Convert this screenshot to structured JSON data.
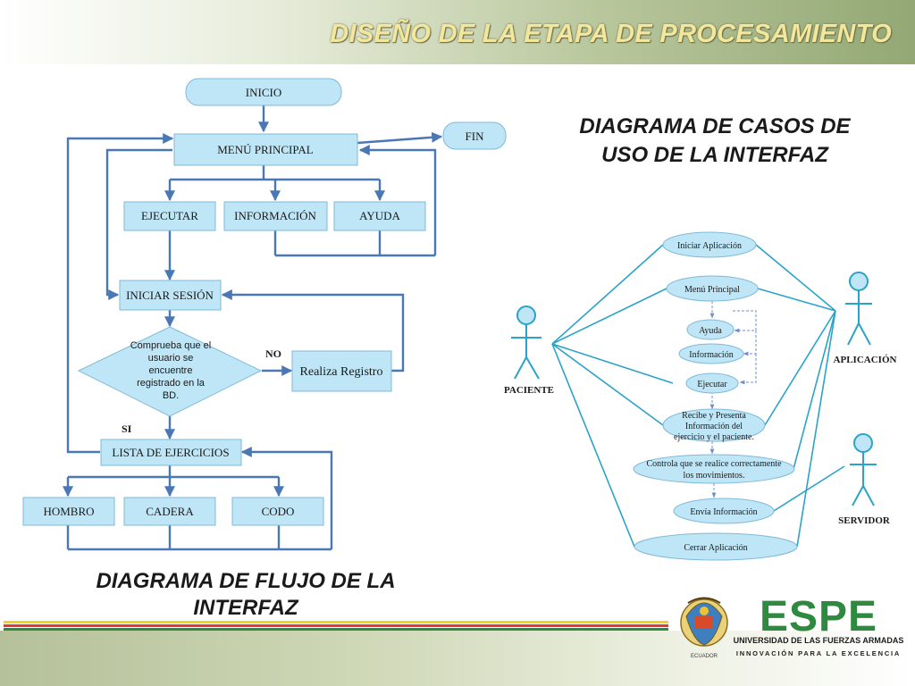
{
  "slide": {
    "title": "DISEÑO DE LA ETAPA DE PROCESAMIENTO",
    "flow_caption_line1": "DIAGRAMA DE FLUJO DE LA",
    "flow_caption_line2": "INTERFAZ",
    "usecase_caption_line1": "DIAGRAMA DE CASOS DE",
    "usecase_caption_line2": "USO DE LA INTERFAZ"
  },
  "flowchart": {
    "inicio": "INICIO",
    "fin": "FIN",
    "menu": "MENÚ PRINCIPAL",
    "ejecutar": "EJECUTAR",
    "informacion": "INFORMACIÓN",
    "ayuda": "AYUDA",
    "iniciar_sesion": "INICIAR SESIÓN",
    "decision": [
      "Comprueba que el",
      "usuario se",
      "encuentre",
      "registrado en la",
      "BD."
    ],
    "registro": "Realiza Registro",
    "no_label": "NO",
    "si_label": "SI",
    "lista": "LISTA DE EJERCICIOS",
    "hombro": "HOMBRO",
    "cadera": "CADERA",
    "codo": "CODO"
  },
  "usecase": {
    "cases": {
      "iniciar": "Iniciar Aplicación",
      "menu": "Menú Principal",
      "ayuda": "Ayuda",
      "informacion": "Información",
      "ejecutar": "Ejecutar",
      "recibe": [
        "Recibe  y Presenta",
        "Información del",
        "ejercicio y el paciente."
      ],
      "controla": [
        "Controla que se realice correctamente",
        "los movimientos."
      ],
      "envia": "Envía Información",
      "cerrar": "Cerrar Aplicación"
    },
    "actors": {
      "paciente": "PACIENTE",
      "aplicacion": "APLICACIÓN",
      "servidor": "SERVIDOR"
    }
  },
  "logo": {
    "acronym": "ESPE",
    "line1": "UNIVERSIDAD DE LAS FUERZAS ARMADAS",
    "line2": "INNOVACIÓN  PARA  LA  EXCELENCIA",
    "emblem_caption": "ECUADOR",
    "brand_green": "#2d8a3e"
  },
  "colors": {
    "box_fill": "#bfe6f7",
    "flow_arrow": "#4a78b5",
    "usecase_line": "#2aa3c9",
    "title_text": "#f3e79b"
  }
}
